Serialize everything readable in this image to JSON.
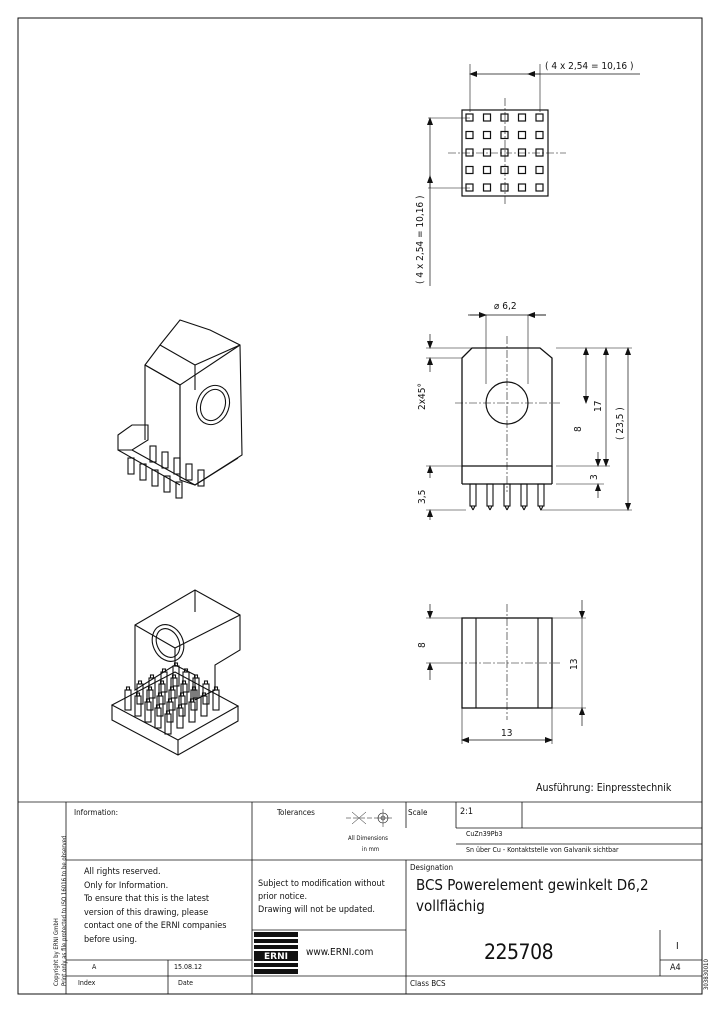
{
  "dimensions": {
    "pitch_horizontal": "( 4 x 2,54 = 10,16 )",
    "pitch_vertical": "( 4 x 2,54 = 10,16 )",
    "diameter": "6,2",
    "chamfer": "2x45°",
    "dim_8_front": "8",
    "dim_17": "17",
    "dim_23_5": "( 23,5 )",
    "dim_3": "3",
    "dim_3_5": "3,5",
    "dim_8_side": "8",
    "dim_13_vert": "13",
    "dim_13_horiz": "13"
  },
  "version_label": "Ausführung: Einpresstechnik",
  "title_block": {
    "information_label": "Information:",
    "tolerances_label": "Tolerances",
    "all_dimensions": "All Dimensions",
    "dimension_unit": "in mm",
    "scale_label": "Scale",
    "scale_value": "2:1",
    "material": "CuZn39Pb3",
    "surface": "Sn über Cu - Kontaktstelle von Galvanik sichtbar",
    "rights_lines": [
      "All rights reserved.",
      "Only for Information.",
      "To ensure that this is the latest",
      "version of this drawing, please",
      "contact one of the ERNI companies",
      "before using."
    ],
    "subject_lines": [
      "Subject to modification without",
      "prior notice.",
      "Drawing will not be updated."
    ],
    "designation_label": "Designation",
    "designation_line1": "BCS Powerelement gewinkelt D6,2",
    "designation_line2": "vollflächig",
    "logo_text": "ERNI",
    "website": "www.ERNI.com",
    "part_number": "225708",
    "sheet_number": "I",
    "format": "A4",
    "index_value": "A",
    "date_value": "15.08.12",
    "index_label": "Index",
    "date_label": "Date",
    "class_label": "Class BCS",
    "copyright_line1": "Copyright by ERNI GmbH",
    "copyright_line2": "Print only as file protected to ISO 16016 to be observed",
    "doc_number": "303830010"
  }
}
